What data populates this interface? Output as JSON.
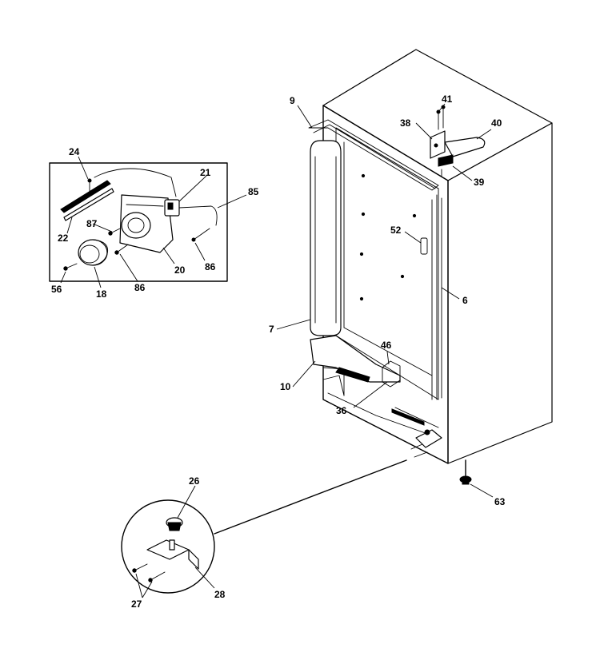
{
  "callouts": {
    "c9": "9",
    "c41": "41",
    "c38": "38",
    "c40": "40",
    "c39": "39",
    "c52": "52",
    "c6": "6",
    "c7": "7",
    "c46": "46",
    "c10": "10",
    "c36": "36",
    "c63": "63",
    "c24": "24",
    "c21": "21",
    "c85": "85",
    "c87": "87",
    "c22": "22",
    "c20": "20",
    "c86a": "86",
    "c86b": "86",
    "c56": "56",
    "c18": "18",
    "c26": "26",
    "c27": "27",
    "c28": "28"
  }
}
